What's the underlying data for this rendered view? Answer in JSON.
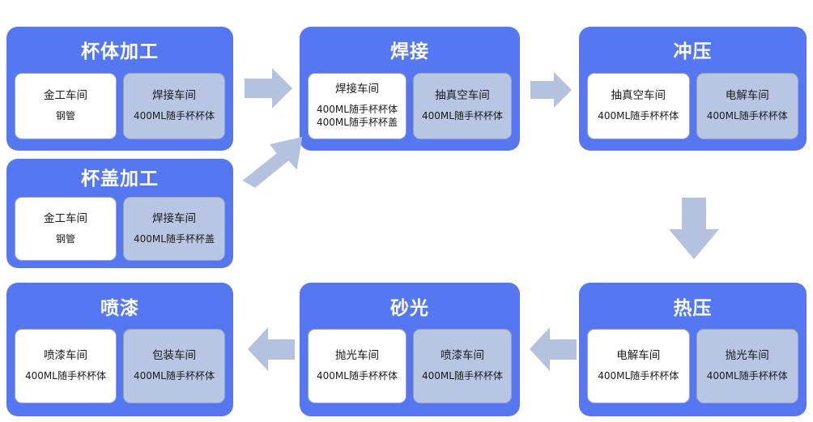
{
  "diagram": {
    "title_hidden": "",
    "colors": {
      "card_blue": "#5577F2",
      "workshop_shaded": "#B8C6E4",
      "workshop_light": "#FFFFFF",
      "arrow": "#B4C2E0",
      "card_title_text": "#FFFFFF",
      "box_text": "#1A1A1A",
      "background": "#FFFFFF"
    },
    "stages": [
      {
        "id": "cup-body-processing",
        "title": "杯体加工",
        "boxes": [
          {
            "name": "金工车间",
            "items": [
              "钢管"
            ],
            "style": "light",
            "wrap": false
          },
          {
            "name": "焊接车间",
            "items": [
              "400ML随手杯杯体"
            ],
            "style": "shaded",
            "wrap": true
          }
        ]
      },
      {
        "id": "welding",
        "title": "焊接",
        "boxes": [
          {
            "name": "焊接车间",
            "items": [
              "400ML随手杯杯体",
              "400ML随手杯杯盖"
            ],
            "style": "light",
            "wrap": false
          },
          {
            "name": "抽真空车间",
            "items": [
              "400ML随手杯杯体"
            ],
            "style": "shaded",
            "wrap": false
          }
        ]
      },
      {
        "id": "stamping",
        "title": "冲压",
        "boxes": [
          {
            "name": "抽真空车间",
            "items": [
              "400ML随手杯杯体"
            ],
            "style": "light",
            "wrap": false
          },
          {
            "name": "电解车间",
            "items": [
              "400ML随手杯杯体"
            ],
            "style": "shaded",
            "wrap": false
          }
        ]
      },
      {
        "id": "cup-lid-processing",
        "title": "杯盖加工",
        "boxes": [
          {
            "name": "金工车间",
            "items": [
              "钢管"
            ],
            "style": "light",
            "wrap": false
          },
          {
            "name": "焊接车间",
            "items": [
              "400ML随手杯杯盖"
            ],
            "style": "shaded",
            "wrap": true
          }
        ]
      },
      {
        "id": "spray-painting",
        "title": "喷漆",
        "boxes": [
          {
            "name": "喷漆车间",
            "items": [
              "400ML随手杯杯体"
            ],
            "style": "light",
            "wrap": false
          },
          {
            "name": "包装车间",
            "items": [
              "400ML随手杯杯体"
            ],
            "style": "shaded",
            "wrap": false
          }
        ]
      },
      {
        "id": "sanding",
        "title": "砂光",
        "boxes": [
          {
            "name": "抛光车间",
            "items": [
              "400ML随手杯杯体"
            ],
            "style": "light",
            "wrap": false
          },
          {
            "name": "喷漆车间",
            "items": [
              "400ML随手杯杯体"
            ],
            "style": "shaded",
            "wrap": false
          }
        ]
      },
      {
        "id": "hot-pressing",
        "title": "热压",
        "boxes": [
          {
            "name": "电解车间",
            "items": [
              "400ML随手杯杯体"
            ],
            "style": "light",
            "wrap": false
          },
          {
            "name": "抛光车间",
            "items": [
              "400ML随手杯杯体"
            ],
            "style": "shaded",
            "wrap": false
          }
        ]
      }
    ],
    "connectors": [
      {
        "id": "cup-body-to-welding",
        "direction": "right"
      },
      {
        "id": "welding-to-stamping",
        "direction": "right"
      },
      {
        "id": "cup-lid-to-welding",
        "direction": "up-right"
      },
      {
        "id": "stamping-to-hot-pressing",
        "direction": "down"
      },
      {
        "id": "hot-pressing-to-sanding",
        "direction": "left"
      },
      {
        "id": "sanding-to-spray-painting",
        "direction": "left"
      }
    ]
  }
}
